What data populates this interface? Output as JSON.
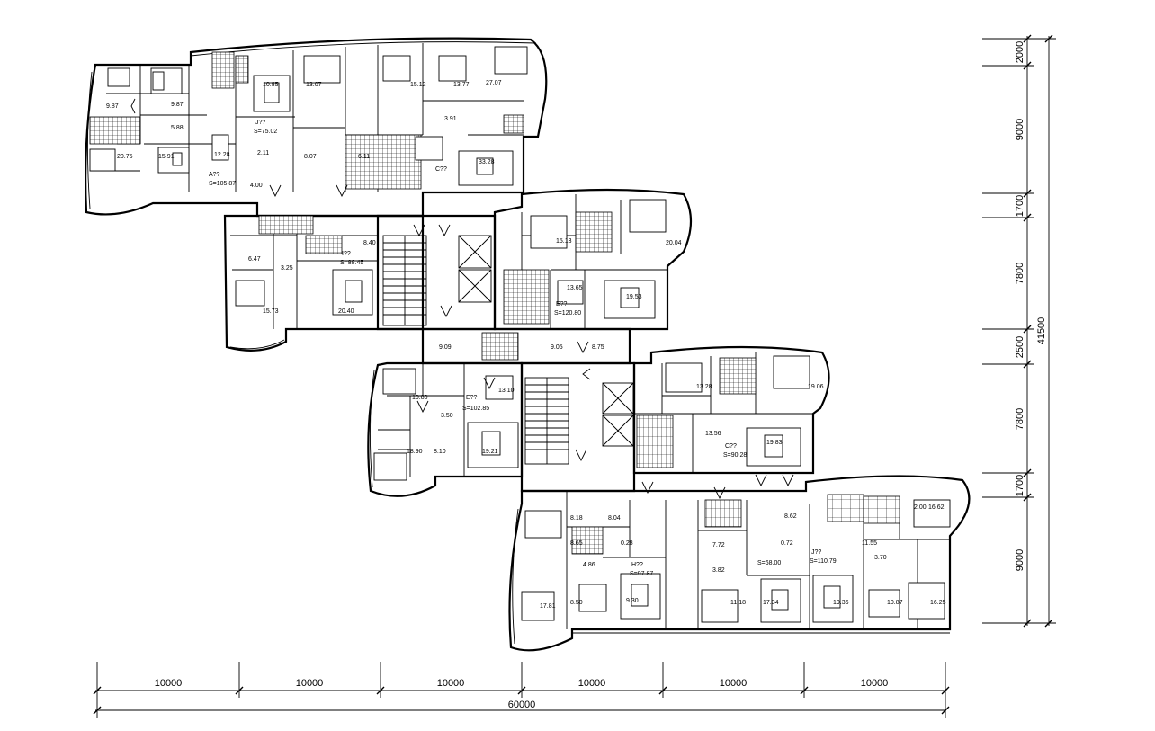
{
  "drawing": {
    "bottom_dimensions": [
      "10000",
      "10000",
      "10000",
      "10000",
      "10000",
      "10000"
    ],
    "bottom_total": "60000",
    "right_dimensions": [
      "2000",
      "9000",
      "1700",
      "7800",
      "2500",
      "7800",
      "1700",
      "9000"
    ],
    "right_total": "41500",
    "room_labels": {
      "w1": [
        "9.87",
        "9.87",
        "5.88",
        "12.28",
        "15.91",
        "20.75",
        "A??",
        "S=105.87",
        "4.00"
      ],
      "w2": [
        "10.85",
        "13.07",
        "J??",
        "S=75.02",
        "2.11",
        "8.07",
        "6.11"
      ],
      "w3": [
        "15.12",
        "13.77",
        "27.07",
        "3.91",
        "C??",
        "33.28"
      ],
      "w4": [
        "6.47",
        "8.40",
        "I??",
        "S=88.45",
        "3.25",
        "15.73",
        "20.40"
      ],
      "e1": [
        "15.13",
        "20.04",
        "13.65",
        "19.53",
        "E??",
        "S=120.80"
      ],
      "m1": [
        "10.80",
        "9.09",
        "9.05",
        "8.75",
        "13.10",
        "E??",
        "S=102.85",
        "3.50",
        "18.90",
        "8.10",
        "19.21"
      ],
      "m2": [
        "13.28",
        "19.06",
        "13.56",
        "C??",
        "S=90.28",
        "19.83"
      ],
      "s1": [
        "8.18",
        "8.04",
        "0.28",
        "8.65",
        "4.86",
        "H??",
        "S=97.87",
        "8.50",
        "17.81",
        "9.30"
      ],
      "s2": [
        "7.72",
        "3.82",
        "0.72",
        "S=68.00",
        "11.18",
        "17.34"
      ],
      "s3": [
        "8.62",
        "J??",
        "S=110.79",
        "11.55",
        "3.70",
        "2.00",
        "16.62",
        "19.36",
        "10.87",
        "16.25"
      ]
    }
  }
}
